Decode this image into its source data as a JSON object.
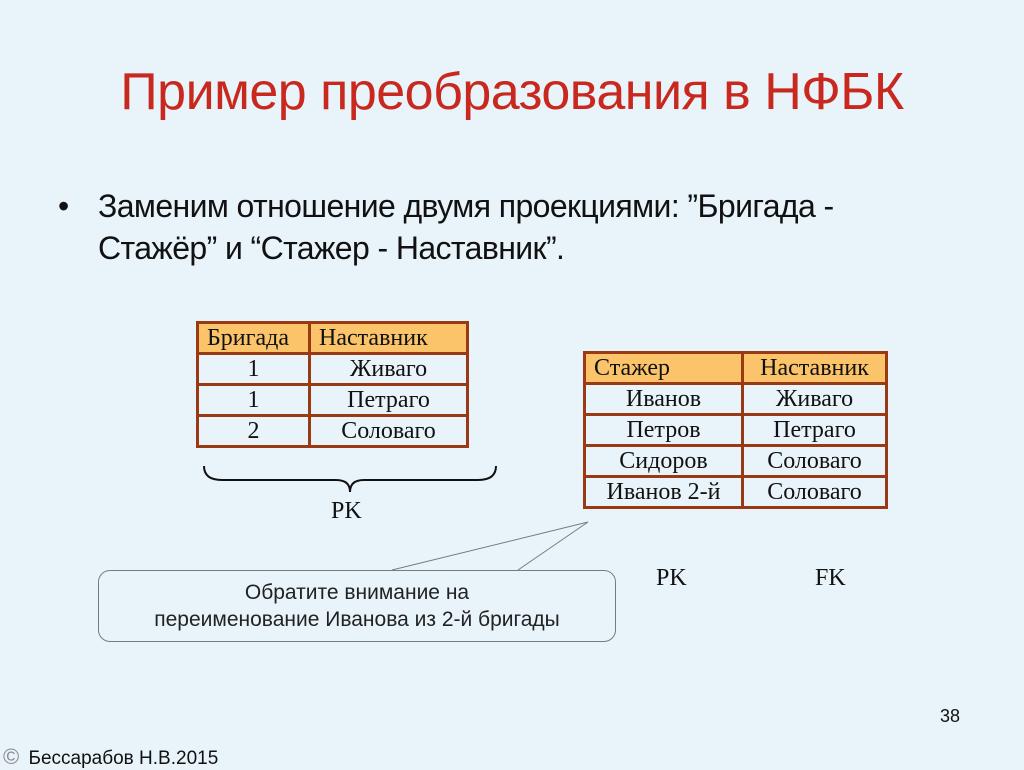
{
  "slide": {
    "title": "Пример преобразования в НФБК",
    "bullet": {
      "marker": "•",
      "text": "Заменим отношение двумя проекциями: ”Бригада - Стажёр” и “Стажер - Наставник”."
    },
    "table_left": {
      "headers": [
        "Бригада",
        "Наставник"
      ],
      "rows": [
        [
          "1",
          "Живаго"
        ],
        [
          "1",
          "Петраго"
        ],
        [
          "2",
          "Соловаго"
        ]
      ],
      "key_label": "PK"
    },
    "table_right": {
      "headers": [
        "Стажер",
        "Наставник"
      ],
      "rows": [
        [
          "Иванов",
          "Живаго"
        ],
        [
          "Петров",
          "Петраго"
        ],
        [
          "Сидоров",
          "Соловаго"
        ],
        [
          "Иванов 2-й",
          "Соловаго"
        ]
      ],
      "key_labels": [
        "PK",
        "FK"
      ]
    },
    "callout": {
      "line1": "Обратите внимание на",
      "line2": "переименование Иванова из 2-й бригады"
    },
    "page_number": "38",
    "footer": {
      "copyright_symbol": "©",
      "author": "Бессарабов Н.В.2015"
    }
  },
  "colors": {
    "background": "#e8f4fa",
    "title": "#c8281e",
    "table_border": "#9a3a14",
    "table_header": "#fbc46b"
  }
}
